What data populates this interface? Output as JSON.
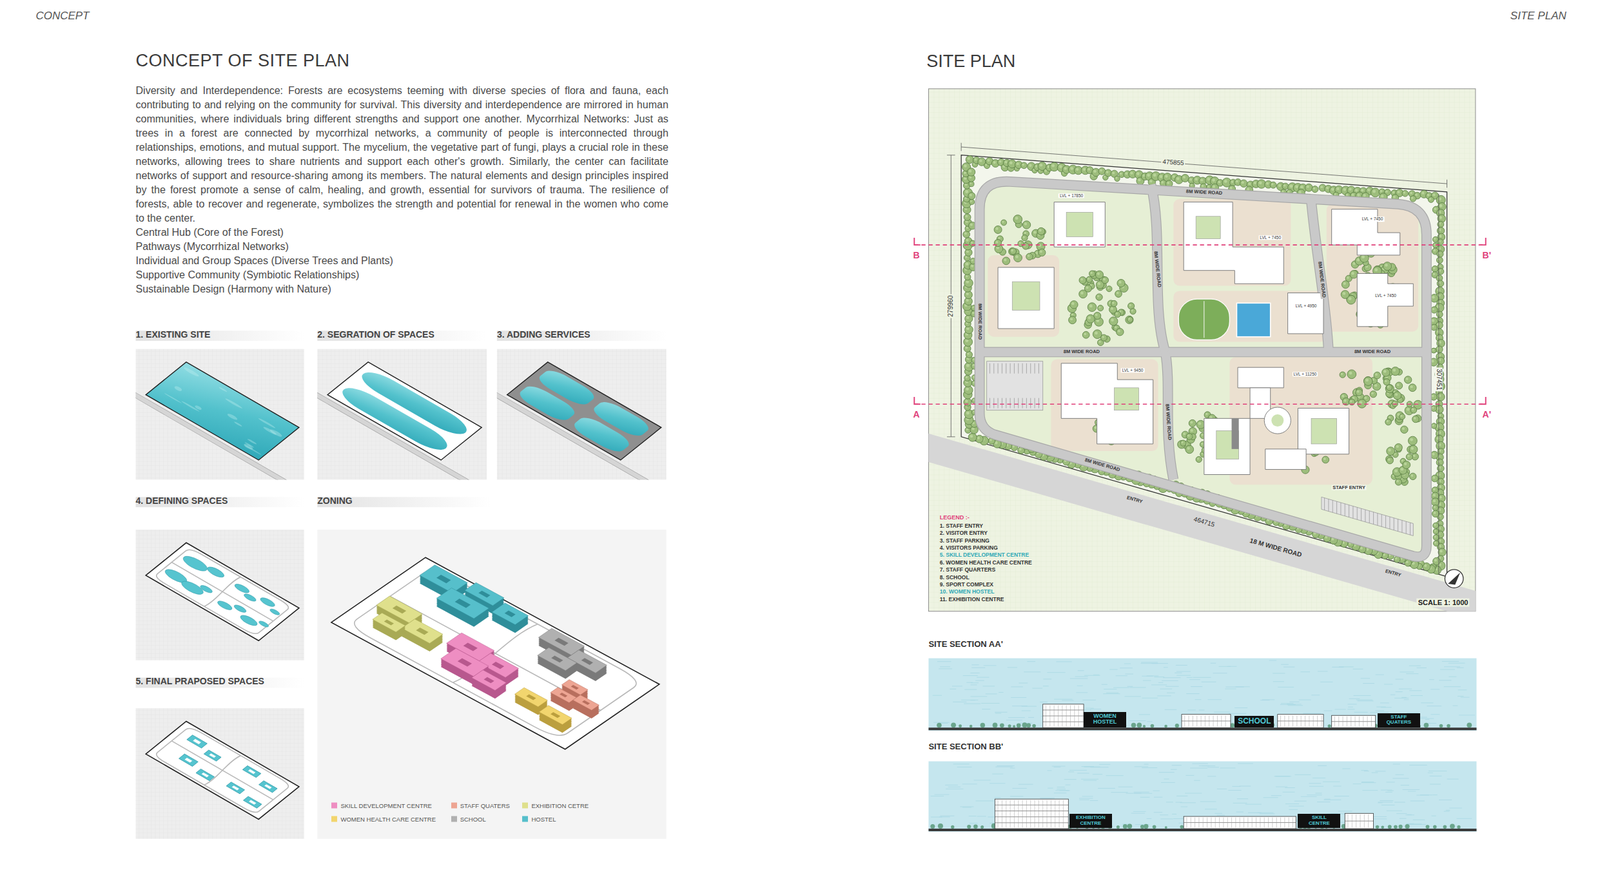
{
  "diagram": {
    "title": "CONCEPT OF SITE PLAN",
    "nodes": [
      {
        "text": [
          "1. EXISTING SITE"
        ]
      },
      {
        "text": [
          "2. SEGRATION OF SPACES"
        ]
      },
      {
        "text": [
          "3. ADDING SERVICES"
        ]
      },
      {
        "text": [
          "4. DEFINING SPACES"
        ]
      },
      {
        "text": [
          "ZONING"
        ]
      },
      {
        "text": [
          "5. FINAL PRAPOSED SPACES"
        ]
      },
      {
        "text": [
          "SITE PLAN"
        ]
      },
      {
        "text": [
          "SITE SECTION AA'"
        ]
      },
      {
        "text": [
          "WOMEN HOSTEL"
        ],
        "in": 7
      },
      {
        "text": [
          "SCHOOL"
        ],
        "in": 7
      },
      {
        "text": [
          "STAFF QUATERS"
        ],
        "in": 7
      },
      {
        "text": [
          "SITE SECTION BB'"
        ]
      },
      {
        "text": [
          "EXHIBITION CENTRE"
        ],
        "in": 11
      },
      {
        "text": [
          "SKILL CENTRE"
        ],
        "in": 11
      }
    ],
    "labels": [
      "CONCEPT",
      "SITE PLAN",
      "Diversity and Interdependence: Forests are ecosystems teeming with diverse species of flora and fauna, each contributing to and relying on the community for survival. This diversity and interdependence are mirrored in human communities, where individuals bring different strengths and support one another. Mycorrhizal Networks: Just as trees in a forest are connected by mycorrhizal networks, a community of people is interconnected through relationships, emotions, and mutual support. The mycelium, the vegetative part of fungi, plays a crucial role in these networks, allowing trees to share nutrients and support each other's growth. Similarly, the center can facilitate networks of support and resource-sharing among its members. The natural elements and design principles inspired by the forest promote a sense of calm, healing, and growth, essential for survivors of trauma. The resilience of forests, able to recover and regenerate, symbolizes the strength and potential for renewal in the women who come to the center.",
      "Central Hub (Core of the Forest)",
      "Pathways (Mycorrhizal Networks)",
      "Individual and Group Spaces (Diverse Trees and Plants)",
      "Supportive Community (Symbiotic Relationships)",
      "Sustainable Design (Harmony with Nature)",
      "475855",
      "279960",
      "307451",
      "464715",
      "18 M WIDE ROAD",
      "8M WIDE ROAD",
      "8M WIDE ROAD",
      "8M WIDE ROAD",
      "8M WIDE ROAD",
      "8M WIDE ROAD",
      "8M WIDE ROAD",
      "8M WIDE ROAD",
      "8M WIDE ROAD",
      "ENTRY",
      "ENTRY",
      "STAFF ENTRY",
      "LVL + 17850",
      "LVL + 7450",
      "LVL + 7450",
      "LVL + 7450",
      "LVL + 4950",
      "LVL + 9450",
      "LVL + 11250",
      "B",
      "B'",
      "A",
      "A'",
      "LEGEND :-",
      "1. STAFF ENTRY",
      "2. VISITOR ENTRY",
      "3. STAFF PARKING",
      "4. VISITORS PARKING",
      "5. SKILL DEVELOPMENT CENTRE",
      "6. WOMEN HEALTH CARE CENTRE",
      "7. STAFF QUARTERS",
      "8. SCHOOL",
      "9. SPORT COMPLEX",
      "10. WOMEN HOSTEL",
      "11. EXHIBITION CENTRE",
      "SCALE 1: 1000"
    ],
    "legend": [
      {
        "text": "SKILL DEVELOPMENT CENTRE",
        "color": "#ee8ec2"
      },
      {
        "text": "STAFF QUATERS",
        "color": "#eda593"
      },
      {
        "text": "EXHIBITION CETRE",
        "color": "#dfe08c"
      },
      {
        "text": "WOMEN HEALTH CARE CENTRE",
        "color": "#f2d56e"
      },
      {
        "text": "SCHOOL",
        "color": "#b0b0b0"
      },
      {
        "text": "HOSTEL",
        "color": "#56bfcb"
      }
    ]
  }
}
